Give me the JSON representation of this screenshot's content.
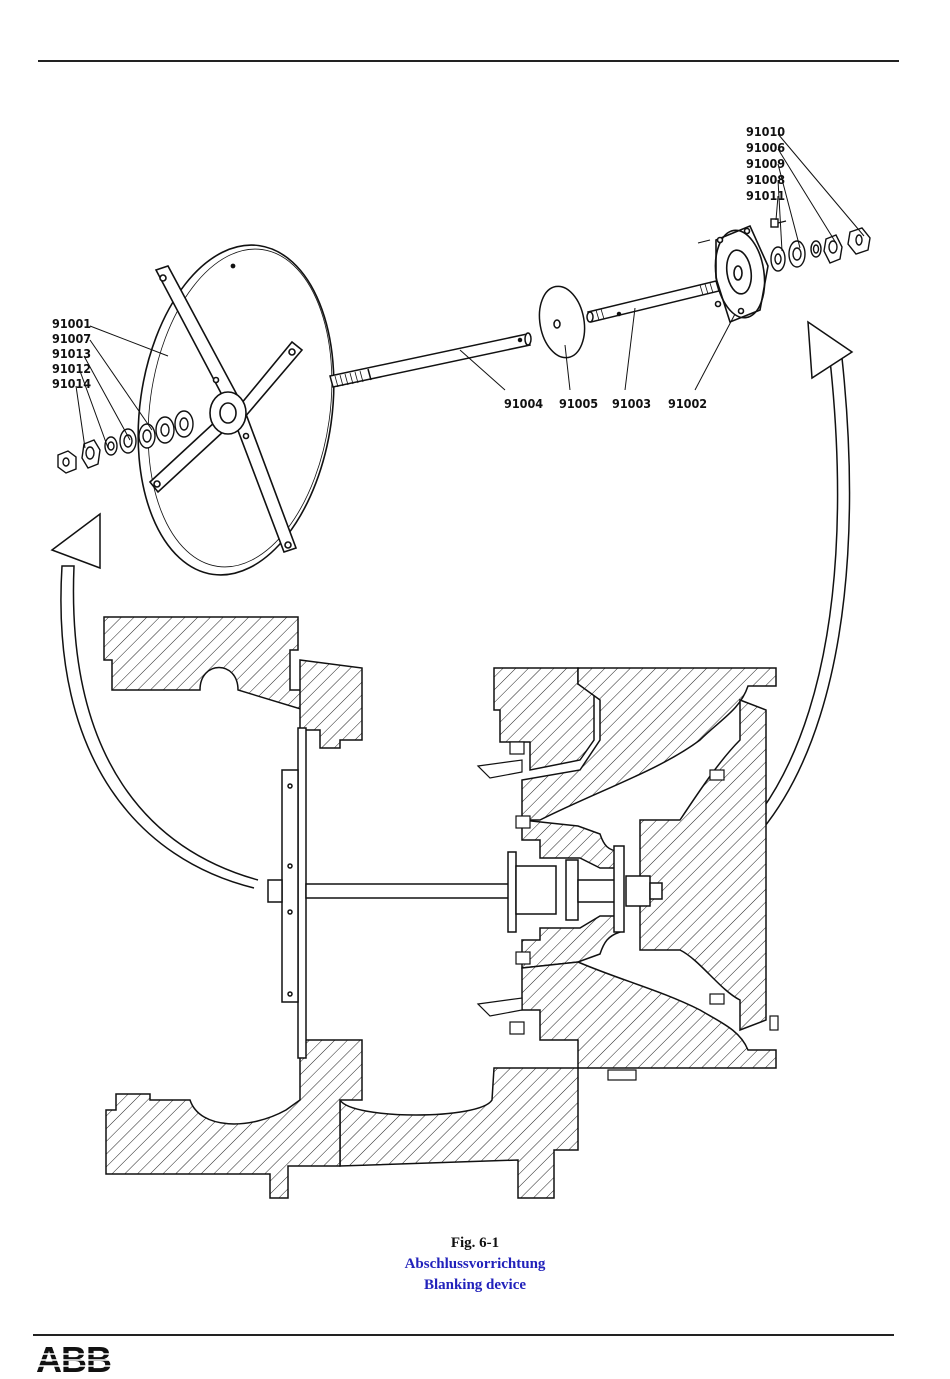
{
  "figure": {
    "number": "Fig. 6-1",
    "title_de": "Abschlussvorrichtung",
    "title_en": "Blanking device",
    "caption_color": "#2222bb"
  },
  "callouts": {
    "top_right": [
      "91010",
      "91006",
      "91009",
      "91008",
      "91011"
    ],
    "left": [
      "91001",
      "91007",
      "91013",
      "91012",
      "91014"
    ],
    "bottom": [
      "91004",
      "91005",
      "91003",
      "91002"
    ]
  },
  "footer": {
    "logo_text": "ABB",
    "logo_color": "#111111"
  }
}
